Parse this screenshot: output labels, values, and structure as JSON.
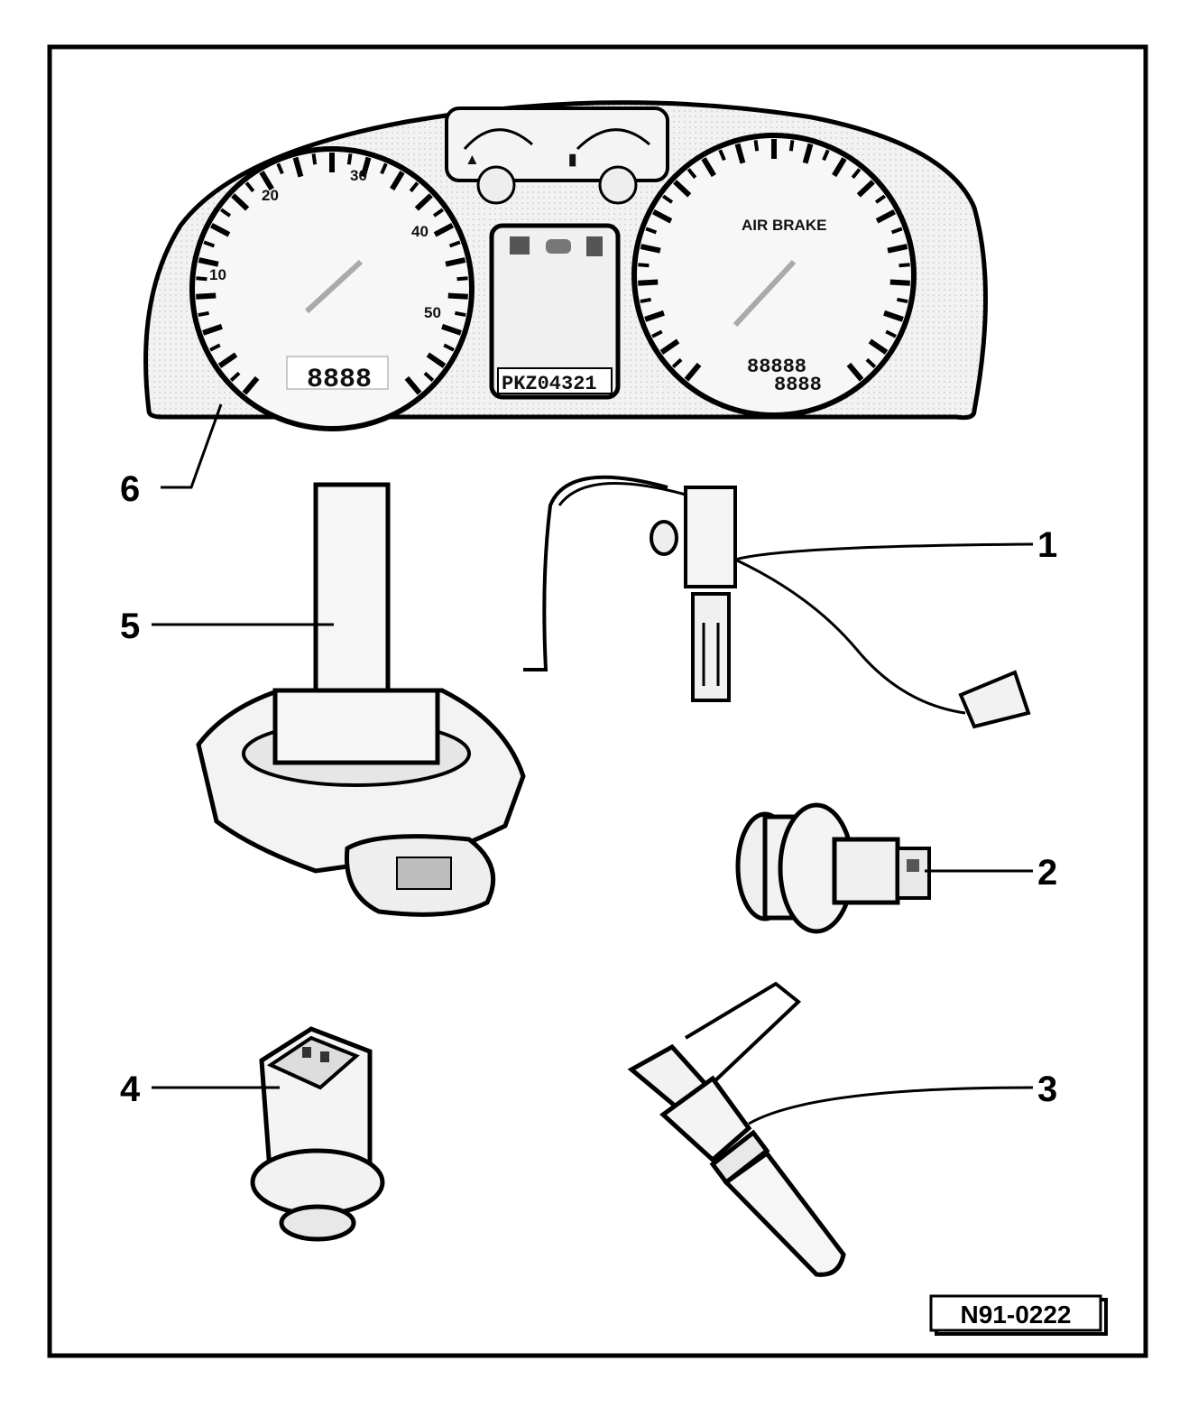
{
  "figure": {
    "reference_code": "N91-0222",
    "callouts": [
      {
        "id": "1",
        "label": "1"
      },
      {
        "id": "2",
        "label": "2"
      },
      {
        "id": "3",
        "label": "3"
      },
      {
        "id": "4",
        "label": "4"
      },
      {
        "id": "5",
        "label": "5"
      },
      {
        "id": "6",
        "label": "6"
      }
    ]
  },
  "instrument_cluster": {
    "left_gauge_numbers": [
      "10",
      "20",
      "30",
      "40",
      "50"
    ],
    "left_lcd": "8888",
    "center_lcd": "PKZ04321",
    "right_gauge_text": "AIR BRAKE",
    "right_lcd_top": "88888",
    "right_lcd_bottom": "8888"
  }
}
